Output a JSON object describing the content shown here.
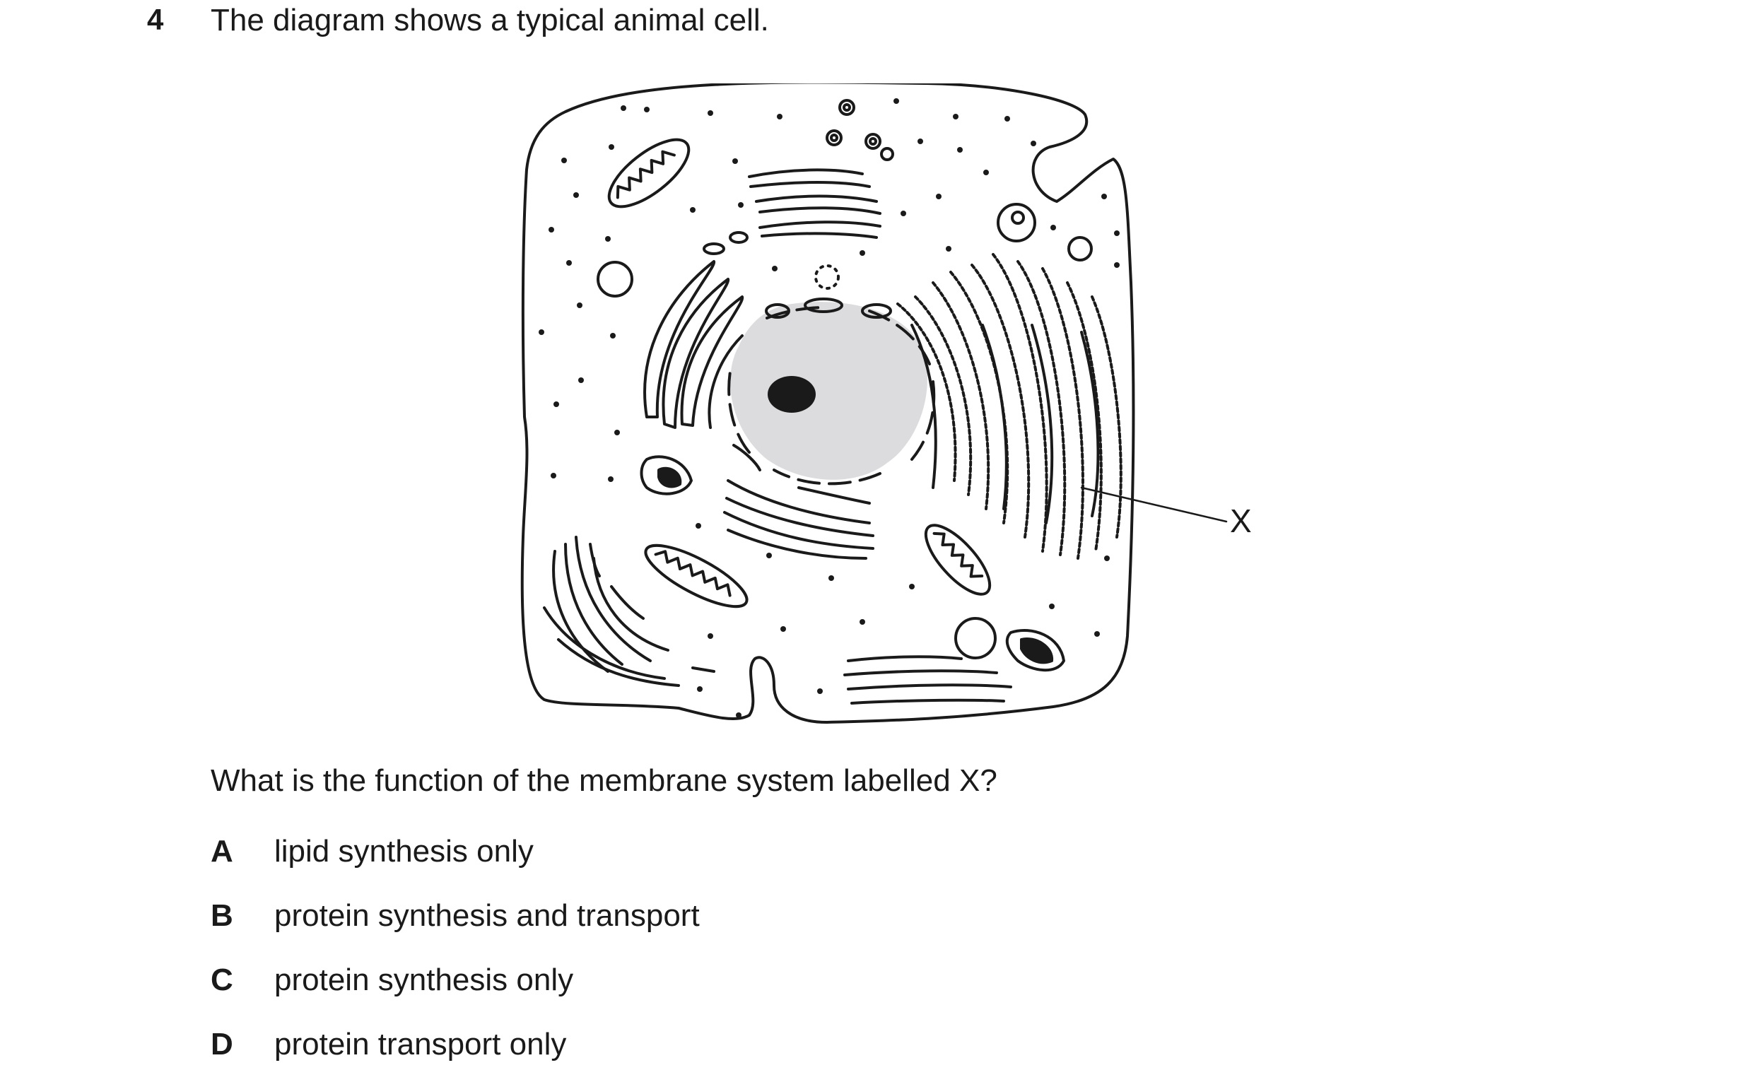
{
  "question": {
    "number": "4",
    "stem": "The diagram shows a typical animal cell.",
    "prompt": "What is the function of the membrane system labelled X?",
    "label": "X",
    "options": [
      {
        "letter": "A",
        "text": "lipid synthesis only"
      },
      {
        "letter": "B",
        "text": "protein synthesis and transport"
      },
      {
        "letter": "C",
        "text": "protein synthesis only"
      },
      {
        "letter": "D",
        "text": "protein transport only"
      }
    ]
  }
}
